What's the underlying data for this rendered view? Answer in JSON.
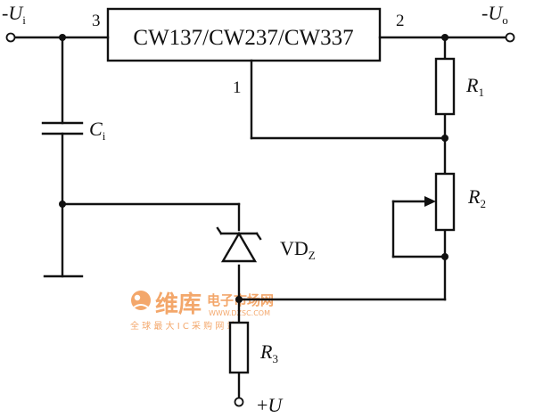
{
  "ic": {
    "label": "CW137/CW237/CW337",
    "pin_in": "3",
    "pin_out": "2",
    "pin_adj": "1"
  },
  "terminals": {
    "input": {
      "sign": "-",
      "symbol": "U",
      "sub": "i"
    },
    "output": {
      "sign": "-",
      "symbol": "U",
      "sub": "o"
    },
    "supply": {
      "sign": "+",
      "symbol": "U"
    }
  },
  "components": {
    "c1": {
      "symbol": "C",
      "sub": "i"
    },
    "r1": {
      "symbol": "R",
      "sub": "1"
    },
    "r2": {
      "symbol": "R",
      "sub": "2"
    },
    "r3": {
      "symbol": "R",
      "sub": "3"
    },
    "vdz": {
      "symbol": "VD",
      "sub": "Z"
    }
  },
  "watermark": {
    "brand": "维库",
    "tagline": "电子市场网",
    "url": "WWW.DZSC.COM",
    "slogan": "全 球 最 大 I C 采 购 网 站",
    "color": "#f08a3a"
  }
}
